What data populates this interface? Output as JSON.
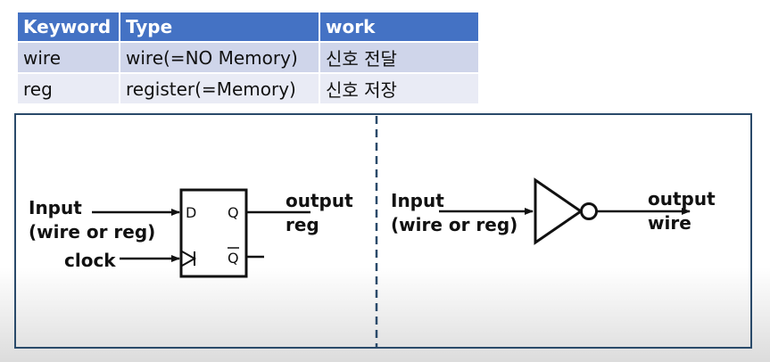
{
  "table": {
    "headers": [
      "Keyword",
      "Type",
      "work"
    ],
    "rows": [
      [
        "wire",
        "wire(=NO Memory)",
        "신호 전달"
      ],
      [
        "reg",
        "register(=Memory)",
        "신호 저장"
      ]
    ]
  },
  "diagram_left": {
    "input_label": "Input",
    "input_sublabel": "(wire or reg)",
    "clock_label": "clock",
    "pin_d": "D",
    "pin_q": "Q",
    "pin_qbar": "Q",
    "output_label": "output",
    "output_sublabel": "reg"
  },
  "diagram_right": {
    "input_label": "Input",
    "input_sublabel": "(wire or reg)",
    "output_label": "output",
    "output_sublabel": "wire"
  },
  "colors": {
    "header_bg": "#4472c4",
    "row1_bg": "#cfd5ea",
    "row2_bg": "#e9ebf5",
    "divider": "#2a4a6a"
  }
}
